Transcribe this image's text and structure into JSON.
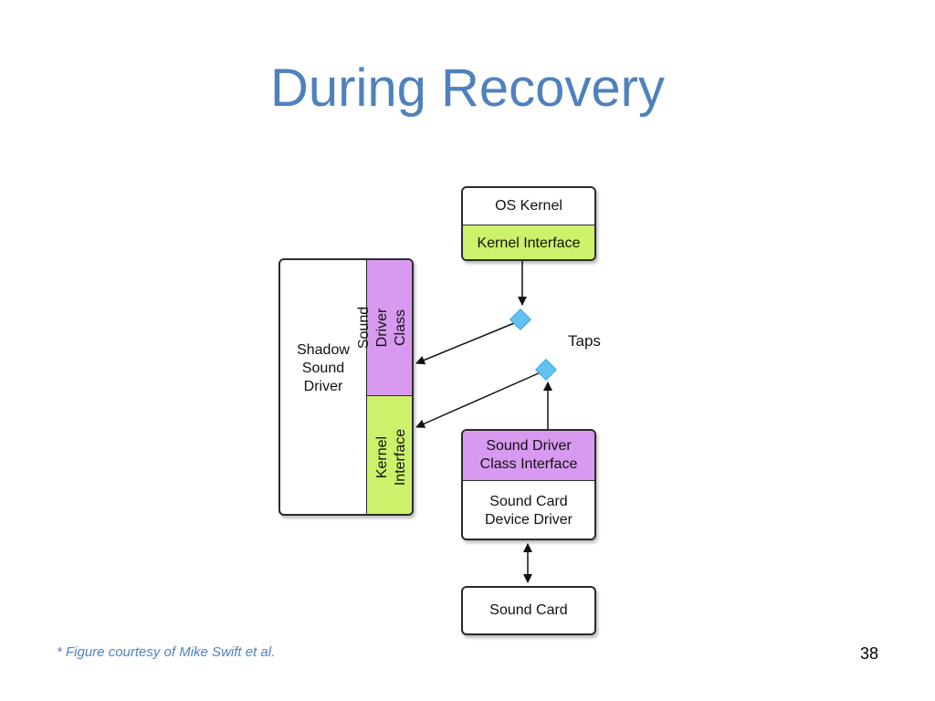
{
  "slide": {
    "title": "During Recovery",
    "footnote": "* Figure courtesy of Mike Swift et al.",
    "page_number": "38"
  },
  "diagram": {
    "os_kernel": "OS Kernel",
    "kernel_interface": "Kernel Interface",
    "shadow_driver": "Shadow\nSound\nDriver",
    "shadow_class_interface": "Sound Driver\nClass Interface",
    "shadow_kernel_interface": "Kernel\nInterface",
    "driver_class_interface": "Sound Driver\nClass Interface",
    "device_driver": "Sound Card\nDevice  Driver",
    "sound_card": "Sound Card",
    "taps": "Taps"
  },
  "colors": {
    "title": "#4f81bd",
    "interface_green": "#ccf16a",
    "interface_purple": "#d89af0",
    "tap_diamond": "#62c3f1"
  }
}
